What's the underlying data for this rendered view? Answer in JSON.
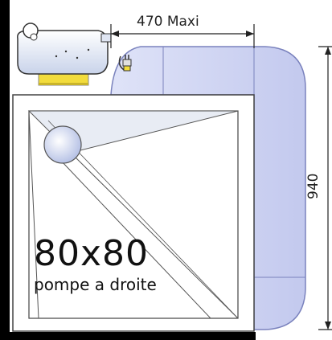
{
  "dimensions": {
    "width_label": "470 Maxi",
    "height_label": "940"
  },
  "shower_tray": {
    "size_label": "80x80",
    "pump_label": "pompe a droite"
  },
  "colors": {
    "tank_fill": "#cdd3f2",
    "tank_stroke": "#7a82bd",
    "wall": "#000000",
    "tray_fill": "#ffffff",
    "pump_base": "#f2dc3c",
    "pump_body": "#e6ecf7"
  }
}
